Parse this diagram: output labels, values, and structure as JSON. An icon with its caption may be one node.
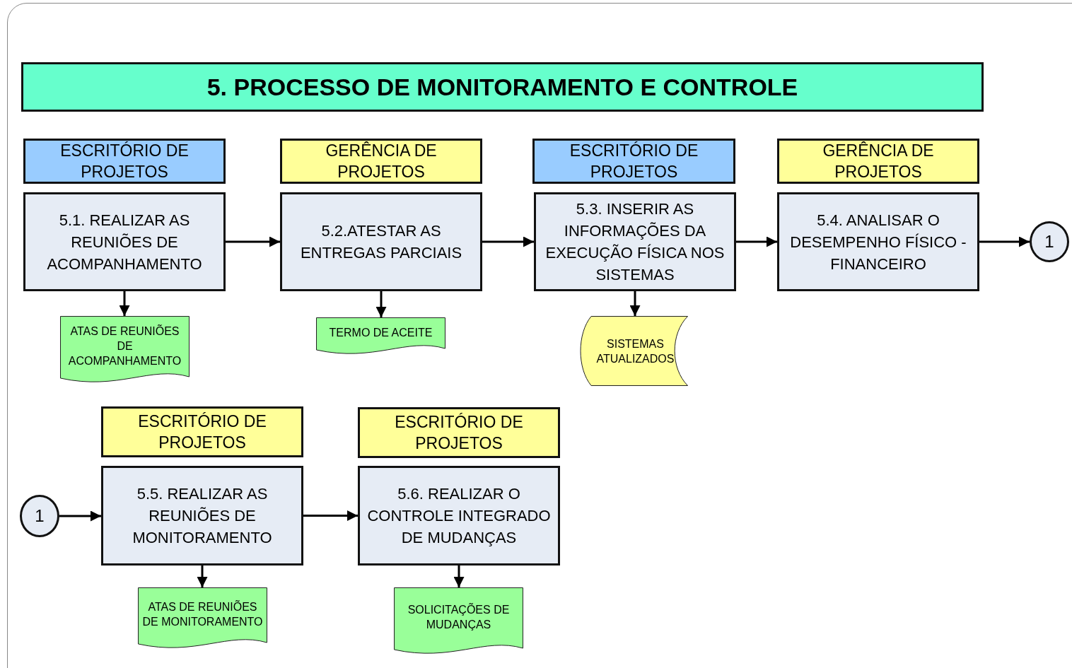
{
  "diagram": {
    "title": "5. PROCESSO DE MONITORAMENTO E CONTROLE",
    "nodes": [
      {
        "text": [
          "ESCRITÓRIO DE PROJETOS"
        ]
      },
      {
        "text": [
          "5.1. REALIZAR AS REUNIÕES DE ACOMPANHAMENTO"
        ]
      },
      {
        "text": [
          "GERÊNCIA DE PROJETOS"
        ]
      },
      {
        "text": [
          "5.2.ATESTAR AS ENTREGAS PARCIAIS"
        ]
      },
      {
        "text": [
          "ESCRITÓRIO DE PROJETOS"
        ]
      },
      {
        "text": [
          "5.3. INSERIR AS INFORMAÇÕES DA EXECUÇÃO FÍSICA NOS SISTEMAS"
        ]
      },
      {
        "text": [
          "GERÊNCIA DE PROJETOS"
        ]
      },
      {
        "text": [
          "5.4. ANALISAR O DESEMPENHO FÍSICO - FINANCEIRO"
        ]
      },
      {
        "text": [
          "1"
        ]
      },
      {
        "text": [
          "ATAS DE REUNIÕES DE ACOMPANHAMENTO"
        ]
      },
      {
        "text": [
          "TERMO DE ACEITE"
        ]
      },
      {
        "text": [
          "SISTEMAS ATUALIZADOS"
        ]
      },
      {
        "text": [
          "ESCRITÓRIO DE PROJETOS"
        ]
      },
      {
        "text": [
          "5.5. REALIZAR AS REUNIÕES DE MONITORAMENTO"
        ]
      },
      {
        "text": [
          "ESCRITÓRIO DE PROJETOS"
        ]
      },
      {
        "text": [
          "5.6. REALIZAR O CONTROLE INTEGRADO DE MUDANÇAS"
        ]
      },
      {
        "text": [
          "1"
        ]
      },
      {
        "text": [
          "ATAS DE REUNIÕES DE MONITORAMENTO"
        ]
      },
      {
        "text": [
          "SOLICITAÇÕES DE MUDANÇAS"
        ]
      }
    ],
    "edges": [
      {
        "from": 1,
        "to": 3,
        "arrow": "to"
      },
      {
        "from": 3,
        "to": 5,
        "arrow": "to"
      },
      {
        "from": 5,
        "to": 7,
        "arrow": "to"
      },
      {
        "from": 7,
        "to": 8,
        "arrow": "to"
      },
      {
        "from": 1,
        "to": 9,
        "arrow": "to"
      },
      {
        "from": 3,
        "to": 10,
        "arrow": "to"
      },
      {
        "from": 5,
        "to": 11,
        "arrow": "to"
      },
      {
        "from": 16,
        "to": 13,
        "arrow": "to"
      },
      {
        "from": 13,
        "to": 15,
        "arrow": "to"
      },
      {
        "from": 13,
        "to": 17,
        "arrow": "to"
      },
      {
        "from": 15,
        "to": 18,
        "arrow": "to"
      }
    ]
  }
}
